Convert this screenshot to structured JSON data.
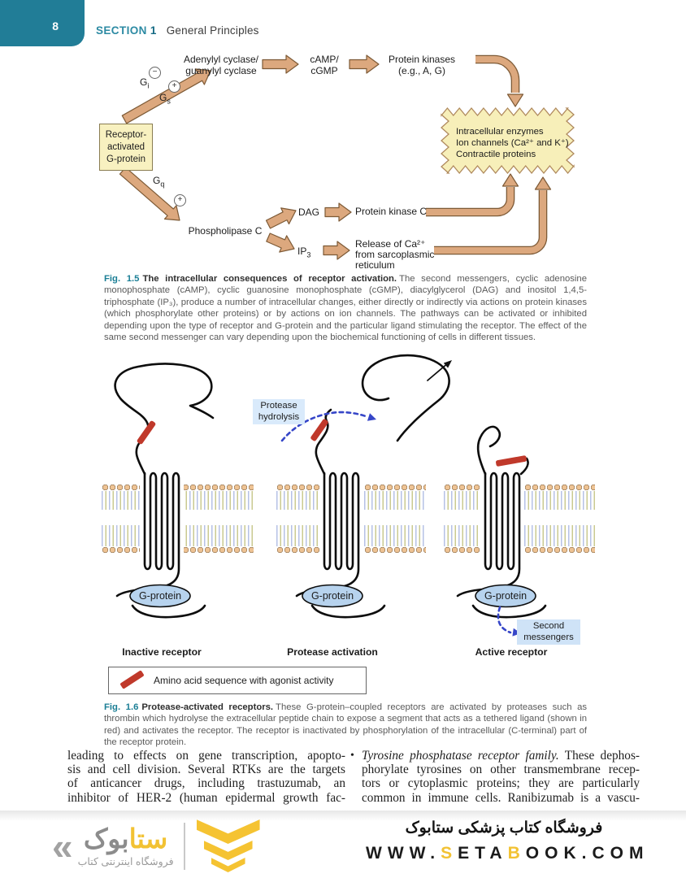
{
  "header": {
    "page_number": "8",
    "section_label": "SECTION",
    "section_number": "1",
    "section_title": "General Principles"
  },
  "fig15": {
    "box_receptor": "Receptor-\nactivated\nG-protein",
    "g_base": "G",
    "sub_i": "i",
    "sub_s": "s",
    "sub_q": "q",
    "sign_minus": "−",
    "sign_plus": "+",
    "adenylyl": "Adenylyl cyclase/\nguanylyl cyclase",
    "camp": "cAMP/\ncGMP",
    "kinases": "Protein kinases\n(e.g., A, G)",
    "phospholipase": "Phospholipase C",
    "dag": "DAG",
    "ip3_base": "IP",
    "ip3_sub": "3",
    "pkc": "Protein kinase C",
    "release": "Release of Ca²⁺\nfrom sarcoplasmic\nreticulum",
    "starburst_lines": [
      "Intracellular enzymes",
      "Ion channels (Ca²⁺ and K⁺)",
      "Contractile proteins"
    ],
    "caption_label": "Fig. 1.5",
    "caption_title": "The intracellular consequences of receptor activation.",
    "caption_body": "The second messengers, cyclic adenosine monophosphate (cAMP), cyclic guanosine monophosphate (cGMP), diacylglycerol (DAG) and inositol 1,4,5-triphosphate (IP₃), produce a number of intracellular changes, either directly or indirectly via actions on protein kinases (which phosphorylate other proteins) or by actions on ion channels. The pathways can be activated or inhibited depending upon the type of receptor and G-protein and the particular ligand stimulating the receptor. The effect of the same second messenger can vary depending upon the biochemical functioning of cells in different tissues."
  },
  "fig16": {
    "protease_label": "Protease\nhydrolysis",
    "g_protein": "G-protein",
    "second_messengers": "Second\nmessengers",
    "panel_labels": [
      "Inactive receptor",
      "Protease activation",
      "Active receptor"
    ],
    "legend": "Amino acid sequence with agonist activity",
    "caption_label": "Fig. 1.6",
    "caption_title": "Protease-activated receptors.",
    "caption_body": "These G-protein–coupled receptors are activated by proteases such as thrombin which hydrolyse the extracellular peptide chain to expose a segment that acts as a tethered ligand (shown in red) and activates the receptor. The receptor is inactivated by phosphorylation of the intracellular (C-terminal) part of the receptor protein."
  },
  "body": {
    "left_lines": [
      "leading to effects on gene transcription, apopto-",
      "sis and cell division. Several RTKs are the targets",
      "of anticancer drugs, including trastuzumab, an",
      "inhibitor of HER-2 (human epidermal growth fac-"
    ],
    "right": {
      "bullet": "•",
      "lead_italic": "Tyrosine phosphatase receptor family.",
      "line1_rest": "These dephos-",
      "lines": [
        "phorylate tyrosines on other transmembrane recep-",
        "tors or cytoplasmic proteins; they are particularly",
        "common in immune cells. Ranibizumab is a vascu-"
      ]
    }
  },
  "footer": {
    "logo_chevron": "«",
    "logo_name_accent": "ستا",
    "logo_name_grey": "بوک",
    "logo_tagline": "فروشگاه اینترنتی کتاب",
    "store_line": "فروشگاه کتاب پزشکی ستابوک",
    "url": {
      "p1": "WWW.",
      "p2": "S",
      "p3": "ETA",
      "p4": "B",
      "p5": "OOK.COM"
    }
  },
  "colors": {
    "teal": "#217d97",
    "arrow_fill": "#dca87e",
    "arrow_outline": "#7d5a36",
    "yellow_fill": "#f8f1c0",
    "accent_yellow": "#f2c233",
    "ligand_red": "#c0392b",
    "pathway_blue": "#3646c8"
  }
}
